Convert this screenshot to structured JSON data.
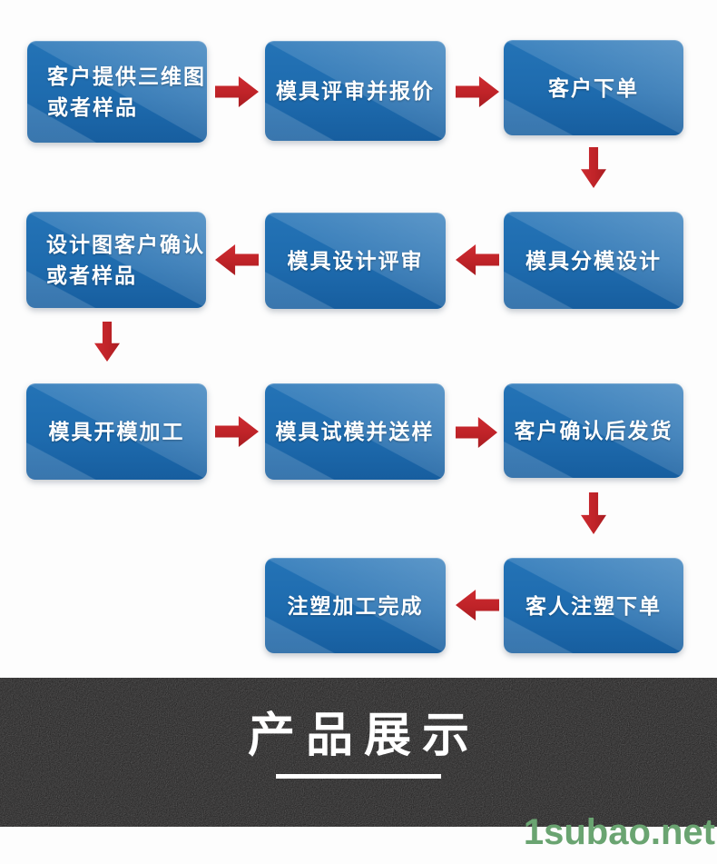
{
  "flow": {
    "steps": [
      {
        "id": 1,
        "label": "客户提供三维图\n或者样品"
      },
      {
        "id": 2,
        "label": "模具评审并报价"
      },
      {
        "id": 3,
        "label": "客户下单"
      },
      {
        "id": 4,
        "label": "设计图客户确认\n或者样品"
      },
      {
        "id": 5,
        "label": "模具设计评审"
      },
      {
        "id": 6,
        "label": "模具分模设计"
      },
      {
        "id": 7,
        "label": "模具开模加工"
      },
      {
        "id": 8,
        "label": "模具试模并送样"
      },
      {
        "id": 9,
        "label": "客户确认后发货"
      },
      {
        "id": 10,
        "label": "注塑加工完成"
      },
      {
        "id": 11,
        "label": "客人注塑下单"
      }
    ],
    "connections": [
      "客户提供三维图或者样品 → 模具评审并报价",
      "模具评审并报价 → 客户下单",
      "客户下单 → 模具分模设计",
      "模具分模设计 → 模具设计评审",
      "模具设计评审 → 设计图客户确认或者样品",
      "设计图客户确认或者样品 → 模具开模加工",
      "模具开模加工 → 模具试模并送样",
      "模具试模并送样 → 客户确认后发货",
      "客户确认后发货 → 客人注塑下单",
      "客人注塑下单 → 注塑加工完成"
    ]
  },
  "banner": {
    "title": "产品展示"
  },
  "watermark": {
    "text": "1subao.net"
  },
  "colors": {
    "box_blue": "#1f6db1",
    "box_blue_highlight": "#4a8cc6",
    "arrow_red": "#c1272d",
    "banner_bg": "#282727",
    "banner_text": "#ffffff",
    "watermark_green": "#6aa471"
  }
}
